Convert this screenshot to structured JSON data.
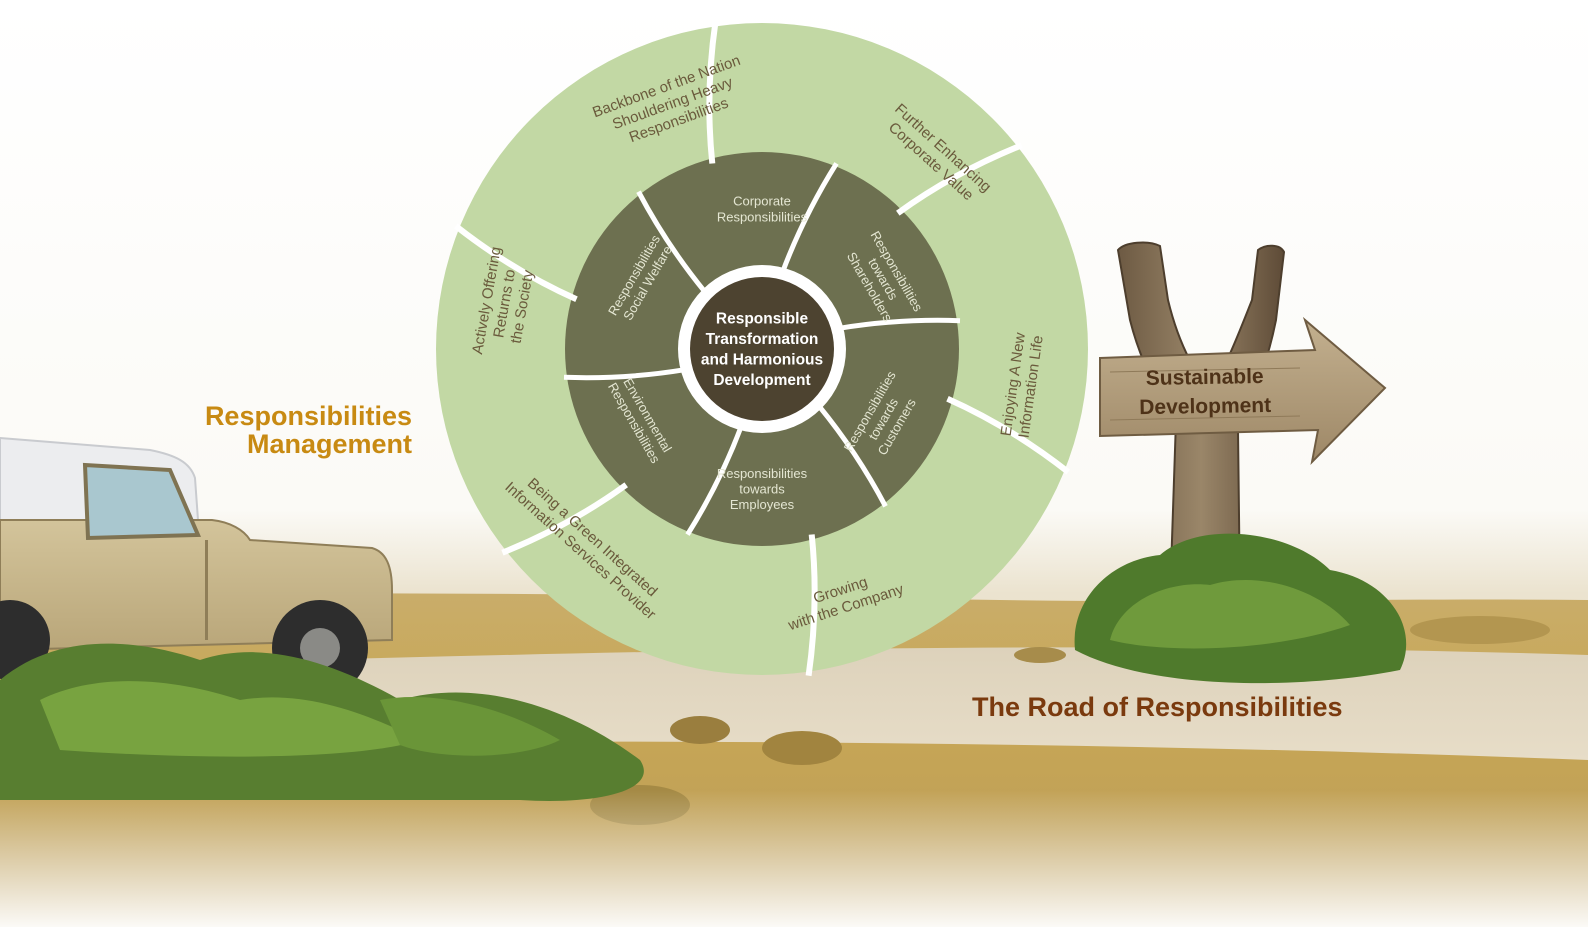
{
  "left_heading": [
    "Responsibilities",
    "Management"
  ],
  "road_heading": "The Road of Responsibilities",
  "signpost": [
    "Sustainable",
    "Development"
  ],
  "center": [
    "Responsible",
    "Transformation",
    "and Harmonious",
    "Development"
  ],
  "inner_segments": [
    {
      "id": "corporate",
      "lines": [
        "Corporate",
        "Responsibilities"
      ]
    },
    {
      "id": "shareholders",
      "lines": [
        "Responsibilities",
        "towards",
        "Shareholders"
      ]
    },
    {
      "id": "customers",
      "lines": [
        "Responsibilities",
        "towards",
        "Customers"
      ]
    },
    {
      "id": "employees",
      "lines": [
        "Responsibilities",
        "towards",
        "Employees"
      ]
    },
    {
      "id": "environmental",
      "lines": [
        "Environmental",
        "Responsibilities"
      ]
    },
    {
      "id": "social-welfare",
      "lines": [
        "Responsibilities",
        "Social Welfare"
      ]
    }
  ],
  "outer_segments": [
    {
      "id": "backbone",
      "lines": [
        "Backbone of the Nation",
        "Shouldering Heavy",
        "Responsibilities"
      ]
    },
    {
      "id": "corporate-value",
      "lines": [
        "Further Enhancing",
        "Corporate Value"
      ]
    },
    {
      "id": "information-life",
      "lines": [
        "Enjoying A New",
        "Information Life"
      ]
    },
    {
      "id": "growing",
      "lines": [
        "Growing",
        "with the Company"
      ]
    },
    {
      "id": "green-provider",
      "lines": [
        "Being a Green Integrated",
        "Information Services Provider"
      ]
    },
    {
      "id": "returns",
      "lines": [
        "Actively Offering",
        "Returns to",
        "the Society"
      ]
    }
  ],
  "colors": {
    "outer_ring": "#c2d8a4",
    "inner_ring": "#6d7050",
    "center": "#4d4330",
    "outer_text": "#6a5a3c",
    "inner_text": "#e4e6d2",
    "left_heading": "#c88a12",
    "road_heading": "#7a3a0e",
    "sign_text": "#4e3218"
  }
}
